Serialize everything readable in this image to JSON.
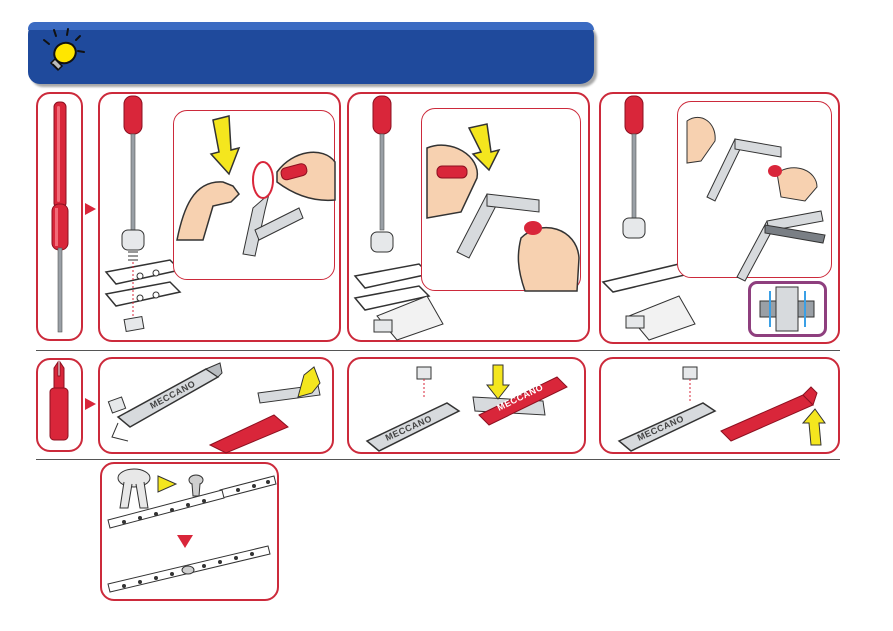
{
  "header": {
    "icon": "lightbulb-icon",
    "title": ""
  },
  "tool_brand": "MECCANO",
  "colors": {
    "banner": "#1f4a9c",
    "panel_border": "#cc2a3b",
    "tool_red": "#d9263a",
    "arrow_yellow": "#f4e61e",
    "metal": "#c9ccd0"
  },
  "sections": [
    {
      "name": "screwdriver-section",
      "steps": 3
    },
    {
      "name": "spanner-section",
      "steps": 3
    },
    {
      "name": "plastic-rivet-section",
      "steps": 1
    }
  ]
}
